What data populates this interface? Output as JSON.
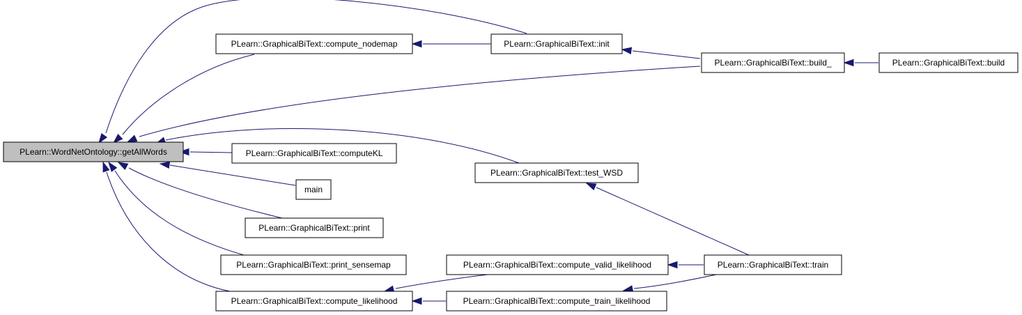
{
  "nodes": [
    {
      "id": "getAllWords",
      "label": "PLearn::WordNetOntology::getAllWords",
      "root": true
    },
    {
      "id": "compute_nodemap",
      "label": "PLearn::GraphicalBiText::compute_nodemap"
    },
    {
      "id": "init",
      "label": "PLearn::GraphicalBiText::init"
    },
    {
      "id": "build_",
      "label": "PLearn::GraphicalBiText::build_"
    },
    {
      "id": "build",
      "label": "PLearn::GraphicalBiText::build"
    },
    {
      "id": "computeKL",
      "label": "PLearn::GraphicalBiText::computeKL"
    },
    {
      "id": "test_WSD",
      "label": "PLearn::GraphicalBiText::test_WSD"
    },
    {
      "id": "main",
      "label": "main"
    },
    {
      "id": "print",
      "label": "PLearn::GraphicalBiText::print"
    },
    {
      "id": "print_sensemap",
      "label": "PLearn::GraphicalBiText::print_sensemap"
    },
    {
      "id": "compute_valid_likelihood",
      "label": "PLearn::GraphicalBiText::compute_valid_likelihood"
    },
    {
      "id": "train",
      "label": "PLearn::GraphicalBiText::train"
    },
    {
      "id": "compute_likelihood",
      "label": "PLearn::GraphicalBiText::compute_likelihood"
    },
    {
      "id": "compute_train_likelihood",
      "label": "PLearn::GraphicalBiText::compute_train_likelihood"
    }
  ],
  "edges": [
    {
      "from": "compute_nodemap",
      "to": "getAllWords"
    },
    {
      "from": "init",
      "to": "getAllWords"
    },
    {
      "from": "init",
      "to": "compute_nodemap"
    },
    {
      "from": "build_",
      "to": "init"
    },
    {
      "from": "build_",
      "to": "getAllWords"
    },
    {
      "from": "build",
      "to": "build_"
    },
    {
      "from": "computeKL",
      "to": "getAllWords"
    },
    {
      "from": "test_WSD",
      "to": "getAllWords"
    },
    {
      "from": "main",
      "to": "getAllWords"
    },
    {
      "from": "print",
      "to": "getAllWords"
    },
    {
      "from": "print_sensemap",
      "to": "getAllWords"
    },
    {
      "from": "compute_likelihood",
      "to": "getAllWords"
    },
    {
      "from": "train",
      "to": "test_WSD"
    },
    {
      "from": "train",
      "to": "compute_valid_likelihood"
    },
    {
      "from": "train",
      "to": "compute_train_likelihood"
    },
    {
      "from": "compute_valid_likelihood",
      "to": "compute_likelihood"
    },
    {
      "from": "compute_train_likelihood",
      "to": "compute_likelihood"
    }
  ],
  "colors": {
    "edge": "#191970",
    "root_fill": "#bfbfbf",
    "node_fill": "#ffffff",
    "node_border": "#000000"
  }
}
